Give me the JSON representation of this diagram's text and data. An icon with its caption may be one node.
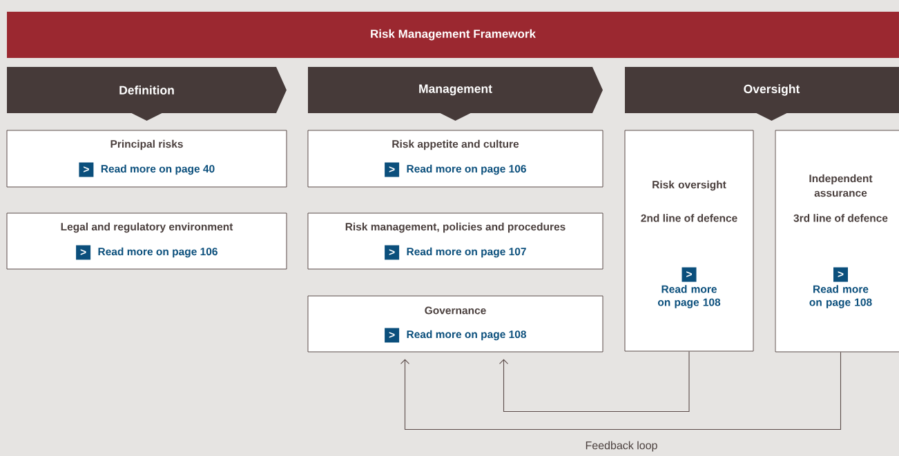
{
  "diagram": {
    "nodes": [
      {
        "text": [
          "Risk Management Framework"
        ]
      },
      {
        "text": [
          "Definition"
        ]
      },
      {
        "text": [
          "Management"
        ]
      },
      {
        "text": [
          "Oversight"
        ]
      },
      {
        "text": [
          "Principal risks",
          ">",
          "Read more on page 40"
        ]
      },
      {
        "text": [
          "Legal and regulatory environment",
          ">",
          "Read more on page 106"
        ]
      },
      {
        "text": [
          "Risk appetite and culture",
          ">",
          "Read more on page 106"
        ]
      },
      {
        "text": [
          "Risk management, policies and procedures",
          ">",
          "Read more on page 107"
        ]
      },
      {
        "text": [
          "Governance",
          ">",
          "Read more on page 108"
        ]
      },
      {
        "text": [
          "Risk oversight",
          "2nd line of defence",
          ">",
          "Read more on page 108"
        ]
      },
      {
        "text": [
          "Independent assurance",
          "3rd line of defence",
          ">",
          "Read more on page 108"
        ]
      }
    ],
    "edges": [
      {
        "from": 9,
        "to": 8,
        "arrow": "to"
      },
      {
        "from": 10,
        "to": 8,
        "arrow": "to",
        "label": "Feedback loop"
      }
    ]
  }
}
